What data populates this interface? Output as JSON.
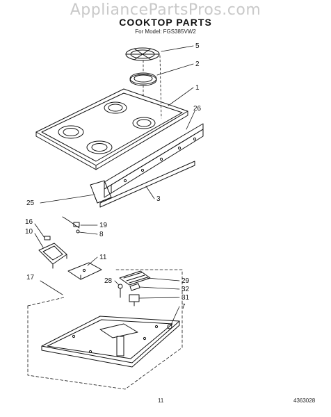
{
  "watermark": "AppliancePartsPros.com",
  "title": "COOKTOP PARTS",
  "model_line": "For Model: FGS385VW2",
  "page_number": "11",
  "doc_number": "4363028",
  "callouts": {
    "c5": "5",
    "c2": "2",
    "c1": "1",
    "c26": "26",
    "c25": "25",
    "c3": "3",
    "c16": "16",
    "c10": "10",
    "c19": "19",
    "c8": "8",
    "c11": "11",
    "c17": "17",
    "c28": "28",
    "c29": "29",
    "c32": "32",
    "c31": "31",
    "c7": "7"
  }
}
